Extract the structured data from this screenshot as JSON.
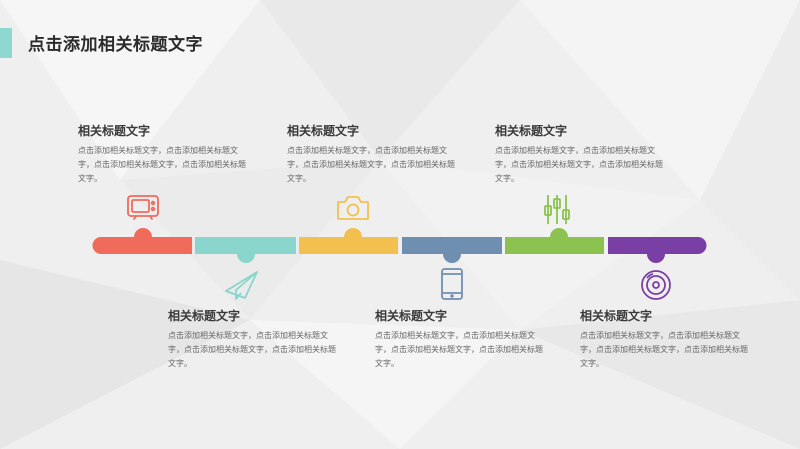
{
  "slide": {
    "title": "点击添加相关标题文字"
  },
  "colors": {
    "accent": "#8fd8d0",
    "segments": [
      "#f06b5c",
      "#8ad6cc",
      "#f2c04f",
      "#6f8fb0",
      "#8cc24f",
      "#7a3fa5"
    ]
  },
  "milestones": [
    {
      "heading": "相关标题文字",
      "text": "点击添加相关标题文字，点击添加相关标题文字，点击添加相关标题文字，点击添加相关标题文字。",
      "icon": "tv-icon"
    },
    {
      "heading": "相关标题文字",
      "text": "点击添加相关标题文字，点击添加相关标题文字，点击添加相关标题文字，点击添加相关标题文字。",
      "icon": "paper-plane-icon"
    },
    {
      "heading": "相关标题文字",
      "text": "点击添加相关标题文字，点击添加相关标题文字，点击添加相关标题文字，点击添加相关标题文字。",
      "icon": "camera-icon"
    },
    {
      "heading": "相关标题文字",
      "text": "点击添加相关标题文字，点击添加相关标题文字，点击添加相关标题文字，点击添加相关标题文字。",
      "icon": "phone-icon"
    },
    {
      "heading": "相关标题文字",
      "text": "点击添加相关标题文字，点击添加相关标题文字，点击添加相关标题文字，点击添加相关标题文字。",
      "icon": "equalizer-icon"
    },
    {
      "heading": "相关标题文字",
      "text": "点击添加相关标题文字，点击添加相关标题文字，点击添加相关标题文字，点击添加相关标题文字。",
      "icon": "vinyl-record-icon"
    }
  ]
}
